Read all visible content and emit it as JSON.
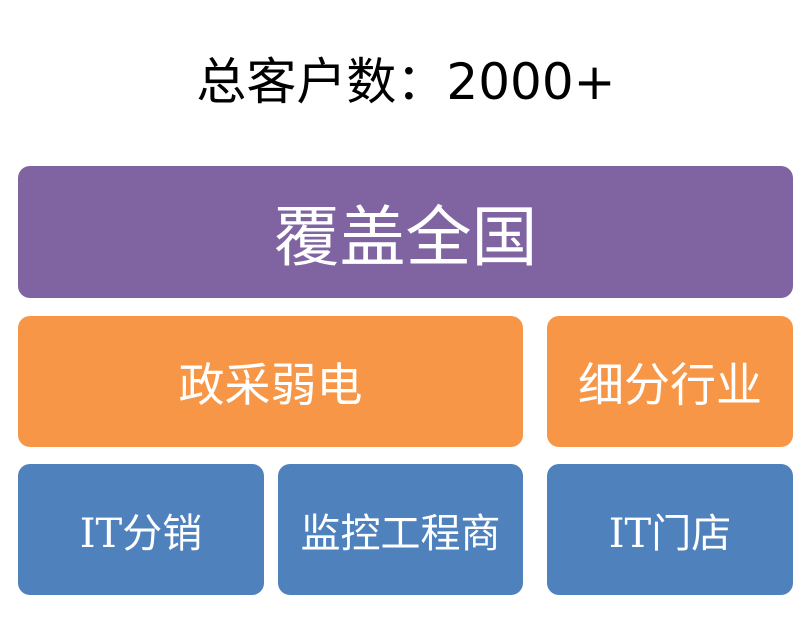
{
  "title": "总客户数：2000+",
  "colors": {
    "purple": "#8064a2",
    "orange": "#f79646",
    "blue": "#4f81bd"
  },
  "tiers": {
    "top": "覆盖全国",
    "middle": [
      "政采弱电",
      "细分行业"
    ],
    "bottom": [
      "IT分销",
      "监控工程商",
      "IT门店"
    ]
  }
}
